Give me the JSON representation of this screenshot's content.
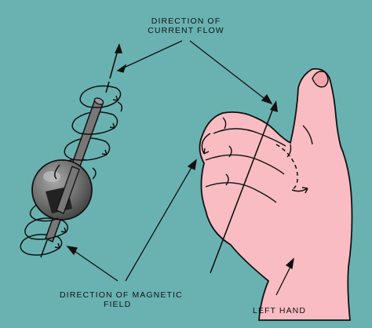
{
  "labels": {
    "current_flow_line1": "DIRECTION OF",
    "current_flow_line2": "CURRENT FLOW",
    "magnetic_field_line1": "DIRECTION OF MAGNETIC",
    "magnetic_field_line2": "FIELD",
    "left_hand": "LEFT HAND"
  },
  "colors": {
    "background": "#6ab2b2",
    "skin": "#f8bcc2",
    "line": "#111111",
    "ball": "#707070",
    "rod": "#777777"
  }
}
